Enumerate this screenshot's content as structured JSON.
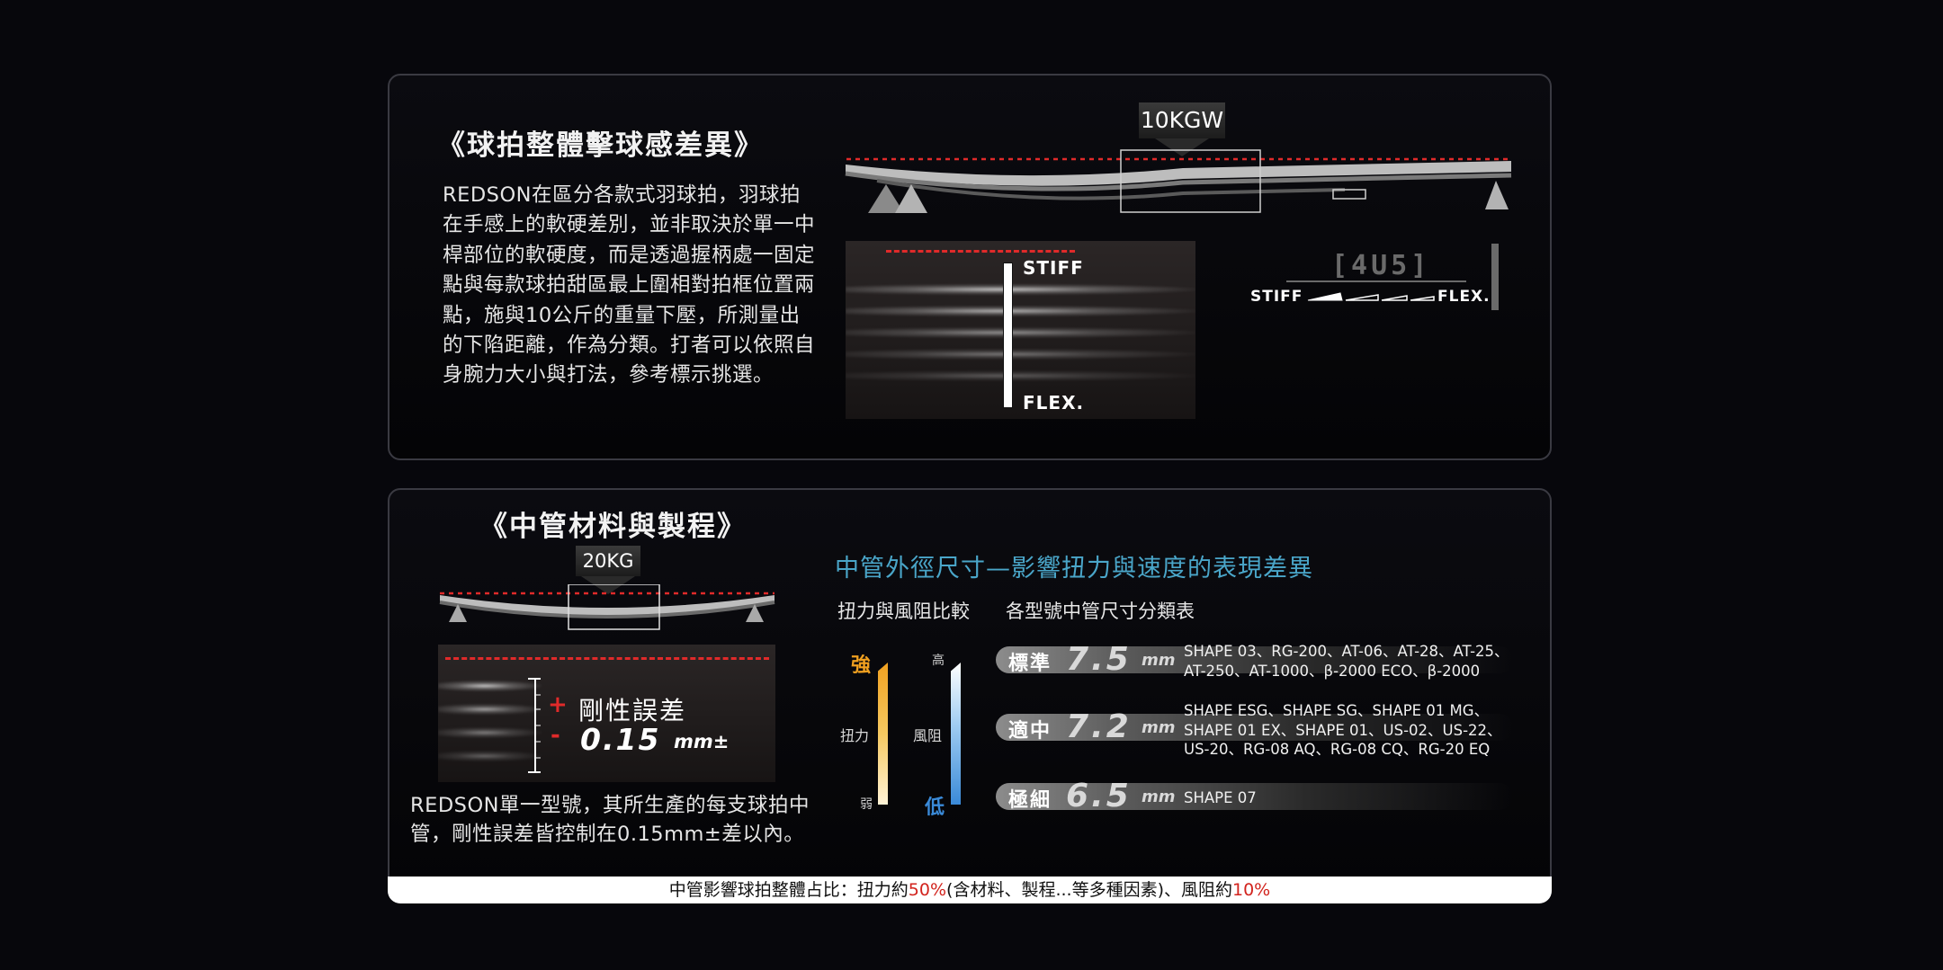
{
  "section1": {
    "title": "《球拍整體擊球感差異》",
    "paragraph": [
      "REDSON在區分各款式羽球拍，羽球拍",
      "在手感上的軟硬差別，並非取決於單一中",
      "桿部位的軟硬度，而是透過握柄處一固定",
      "點與每款球拍甜區最上圍相對拍框位置兩",
      "點，施與10公斤的重量下壓，所測量出",
      "的下陷距離，作為分類。打者可以依照自",
      "身腕力大小與打法，參考標示挑選。"
    ],
    "weight_label": "10KGW",
    "stiff_label": "STIFF",
    "flex_label": "FLEX.",
    "gauge_code": "[4U5]",
    "gauge_stiff": "STIFF",
    "gauge_flex": "FLEX."
  },
  "section2": {
    "title": "《中管材料與製程》",
    "weight_label": "20KG",
    "rigidity_label": "剛性誤差",
    "tolerance_value": "0.15",
    "tolerance_unit": "mm±",
    "plus": "+",
    "minus": "-",
    "paragraph": [
      "REDSON單一型號，其所生產的每支球拍中",
      "管，剛性誤差皆控制在0.15mm±差以內。"
    ],
    "heading": "中管外徑尺寸—影響扭力與速度的表現差異",
    "sub_left": "扭力與風阻比較",
    "sub_right": "各型號中管尺寸分類表",
    "torque": {
      "top": "強",
      "label": "扭力",
      "bottom": "弱"
    },
    "drag": {
      "top": "高",
      "label": "風阻",
      "bottom": "低"
    },
    "specs": [
      {
        "name": "標準",
        "size": "7.5",
        "unit": "mm",
        "models": [
          "SHAPE 03、RG-200、AT-06、AT-28、AT-25、",
          "AT-250、AT-1000、β-2000 ECO、β-2000"
        ]
      },
      {
        "name": "適中",
        "size": "7.2",
        "unit": "mm",
        "models": [
          "SHAPE ESG、SHAPE SG、SHAPE 01 MG、",
          "SHAPE 01 EX、SHAPE 01、US-02、US-22、",
          "US-20、RG-08 AQ、RG-08 CQ、RG-20 EQ"
        ]
      },
      {
        "name": "極細",
        "size": "6.5",
        "unit": "mm",
        "models": [
          "SHAPE 07"
        ]
      }
    ]
  },
  "footer": {
    "prefix": "中管影響球拍整體占比：扭力約",
    "torque_pct": "50%",
    "middle": "(含材料、製程...等多種因素)、風阻約",
    "drag_pct": "10%"
  },
  "colors": {
    "accent_blue": "#4aa6c9",
    "torque_orange": "#f0a020",
    "drag_blue": "#3a8ad8",
    "red": "#d2231d"
  }
}
